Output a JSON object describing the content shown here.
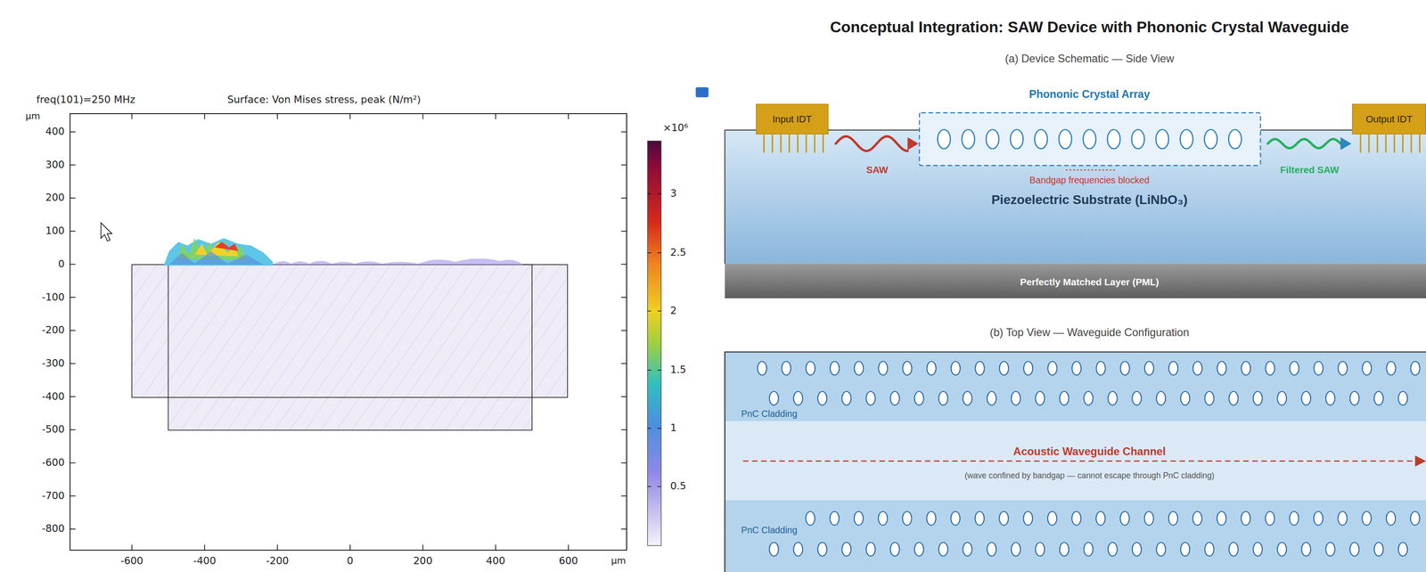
{
  "diagram": {
    "title": "Conceptual Integration: SAW Device with Phononic Crystal Waveguide",
    "nodes": [
      {
        "text": [
          "Input IDT"
        ]
      },
      {
        "text": [
          "Piezoelectric Substrate (LiNbO₃)"
        ]
      },
      {
        "text": [
          "Phononic Crystal Array"
        ],
        "in": 1
      },
      {
        "text": [
          "Output IDT"
        ]
      },
      {
        "text": [
          "Perfectly Matched Layer (PML)"
        ]
      },
      {
        "text": [
          "PnC Cladding"
        ]
      },
      {
        "text": [
          "Acoustic Waveguide Channel",
          "(wave confined by bandgap — cannot escape through PnC cladding)"
        ]
      },
      {
        "text": [
          "PnC Cladding"
        ]
      }
    ],
    "edges": [
      {
        "from": 0,
        "to": 2,
        "arrow": "to",
        "label": "SAW"
      },
      {
        "from": 2,
        "to": 3,
        "arrow": "to",
        "label": "Filtered SAW"
      }
    ],
    "labels": [
      "freq(101)=250 MHz",
      "Surface: Von Mises stress, peak (N/m²)",
      "µm",
      "400",
      "300",
      "200",
      "100",
      "0",
      "-100",
      "-200",
      "-300",
      "-400",
      "-500",
      "-600",
      "-700",
      "-800",
      "-600",
      "-400",
      "-200",
      "0",
      "200",
      "400",
      "600",
      "µm",
      "×10⁶",
      "3",
      "2.5",
      "2",
      "1.5",
      "1",
      "0.5",
      "(a) Device Schematic — Side View",
      "Bandgap frequencies blocked",
      "(b) Top View — Waveguide Configuration"
    ]
  }
}
